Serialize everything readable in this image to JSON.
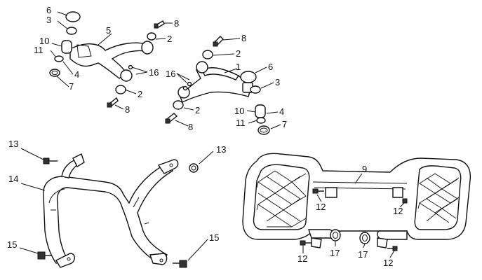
{
  "diagram": {
    "title": "Front and rear A-arm, bumper and footrest assembly",
    "callouts": {
      "upper_arm": [
        "6",
        "3",
        "5",
        "8",
        "2",
        "10",
        "11",
        "4",
        "7",
        "16",
        "2",
        "8"
      ],
      "lower_arm": [
        "8",
        "2",
        "1",
        "6",
        "3",
        "16",
        "2",
        "8",
        "10",
        "4",
        "11",
        "7"
      ],
      "front_bumper": [
        "13",
        "14",
        "13",
        "15",
        "15"
      ],
      "footrest": [
        "9",
        "12",
        "12",
        "12",
        "17",
        "17",
        "12"
      ]
    }
  },
  "colors": {
    "line": "#111111",
    "background": "#ffffff"
  }
}
